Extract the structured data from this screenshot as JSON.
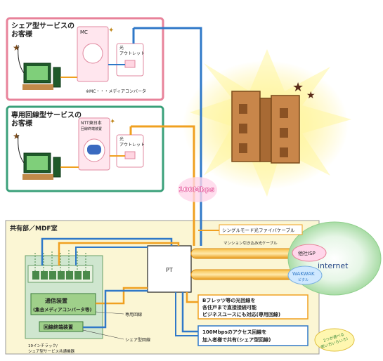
{
  "customer_shared": {
    "title_line1": "シェア型サービスの",
    "title_line2": "お客様",
    "mc_label": "MC",
    "outlet_line1": "光",
    "outlet_line2": "アウトレット",
    "note": "※MC・・・メディアコンバータ"
  },
  "customer_dedicated": {
    "title_line1": "専用回線型サービスの",
    "title_line2": "お客様",
    "ntt_line1": "NTT東日本",
    "ntt_line2": "回線終端装置",
    "outlet_line1": "光",
    "outlet_line2": "アウトレット"
  },
  "speed_label": "100Mbps",
  "room": {
    "title": "共有部／MDF室",
    "rack_line1": "19インチラック/",
    "rack_line2": "シェア型サービス共通機器",
    "comm_line1": "通信装置",
    "comm_line2": "(集合メディアコンバータ等)",
    "termination": "回線終端装置",
    "pt": "PT",
    "dedicated_line": "専用回線",
    "shared_line": "シェア型回線"
  },
  "callouts": {
    "single_mode": "シングルモード光ファイバケーブル",
    "mansion_cable": "マンション引き込み光ケーブル",
    "dedicated_line1": "Bフレッツ等の光回線を",
    "dedicated_line2": "各住戸まで直接接続可能",
    "dedicated_line3": "ビジネスユースにも対応(専用回線)",
    "shared_line1": "100Mbpsのアクセス回線を",
    "shared_line2": "加入者様で共有(シェア型回線)",
    "badge_line1": "2つが選べる",
    "badge_line2": "使い方いろいろ!"
  },
  "internet": {
    "label": "internet",
    "isp": "他社ISP",
    "wakwak": "WAKWAK",
    "wakwak_sub": "ピタル"
  },
  "colors": {
    "pink_border": "#e8829a",
    "green_border": "#3aa07a",
    "blue_cable": "#2f78c8",
    "orange_cable": "#f0a020",
    "room_fill": "#fbf6d4",
    "building": "#c8864a"
  }
}
